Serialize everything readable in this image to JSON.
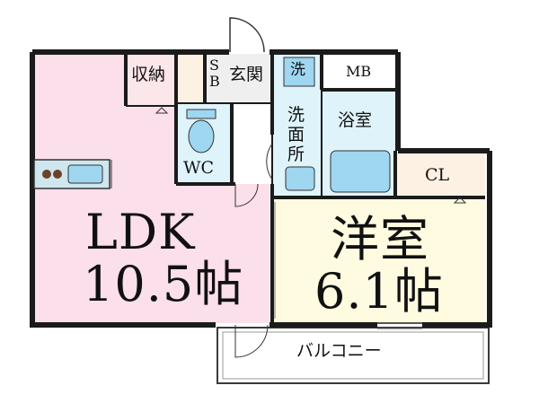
{
  "colors": {
    "ldk_fill": "#fbdfeb",
    "wet_fill": "#dff3fb",
    "closet_fill": "#fdf1e3",
    "wall": "#1b1b1b",
    "fixture_blue": "#9fd6f0"
  },
  "rooms": {
    "storage": "収納",
    "shoe_box": "S\nB",
    "entrance": "玄関",
    "washer": "洗",
    "mb": "MB",
    "wash_room": "洗\n面\n所",
    "bath": "浴室",
    "wc": "WC",
    "closet": "CL",
    "ldk_name": "LDK",
    "ldk_size": "10.5帖",
    "western_name": "洋室",
    "western_size": "6.1帖",
    "balcony": "バルコニー"
  }
}
